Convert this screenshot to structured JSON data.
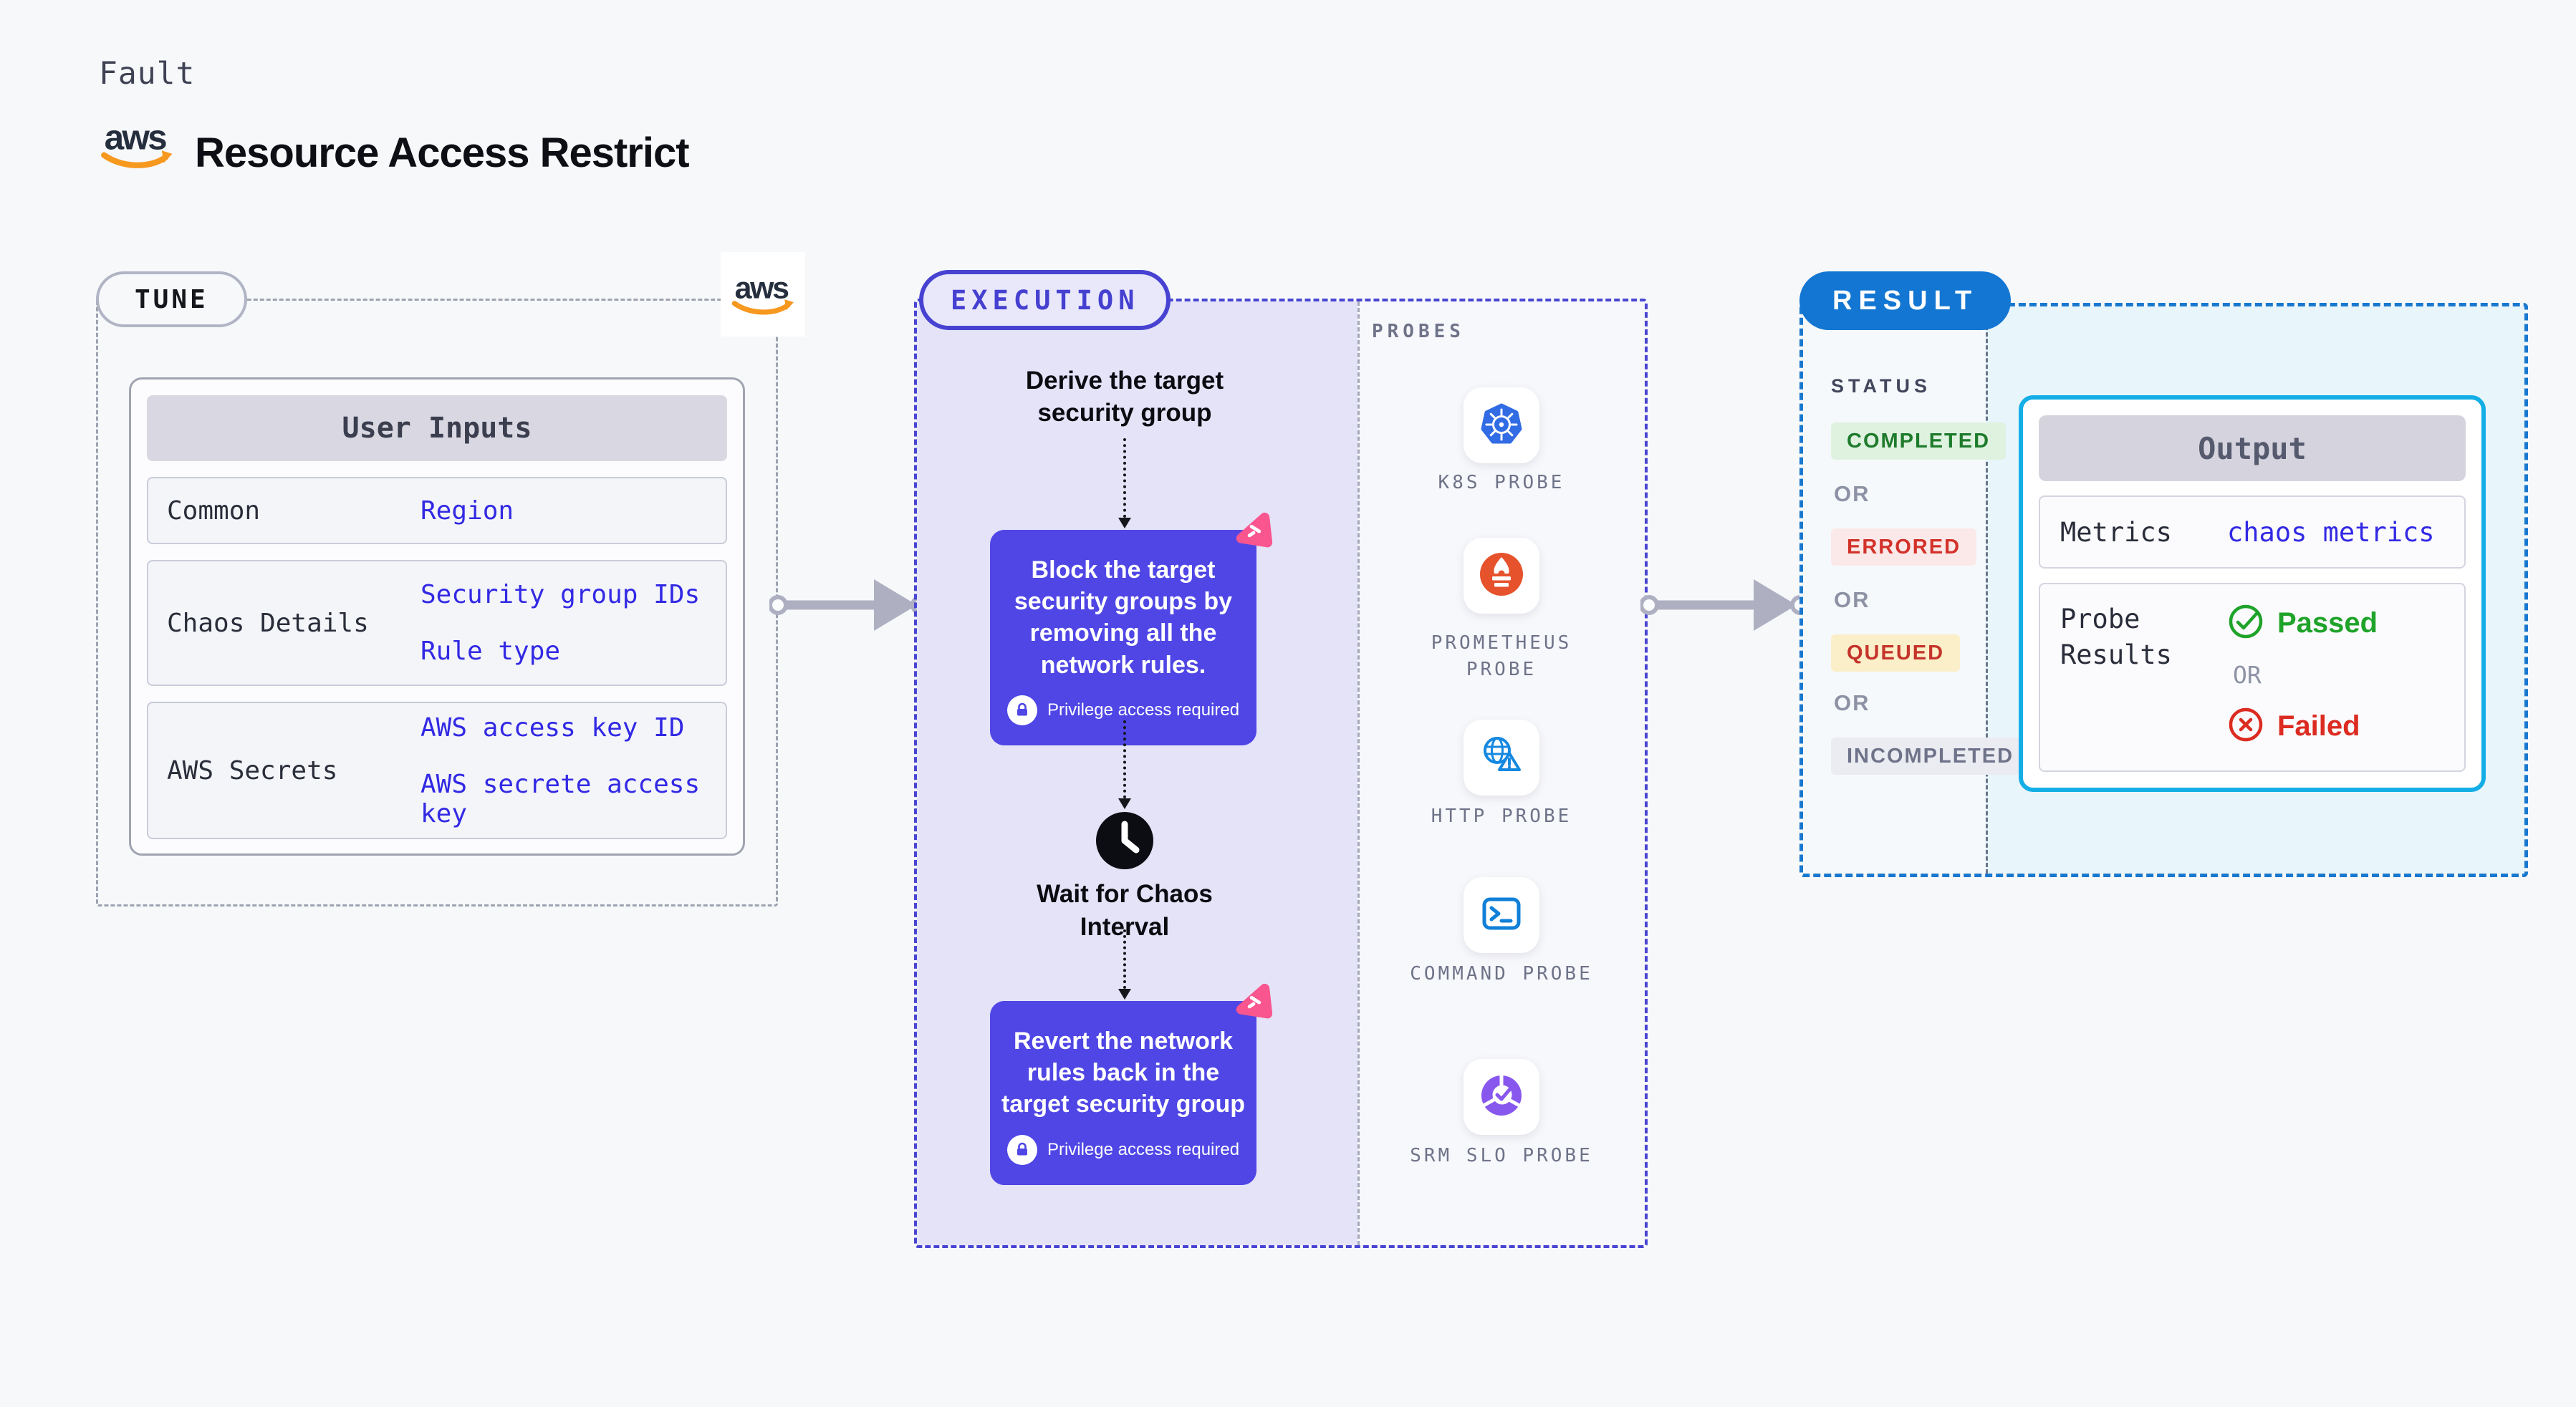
{
  "header": {
    "eyebrow": "Fault",
    "title": "Resource Access Restrict",
    "aws_logo_text": "aws"
  },
  "tune": {
    "badge": "TUNE",
    "table": {
      "header": "User Inputs",
      "rows": [
        {
          "label": "Common",
          "values": [
            "Region"
          ]
        },
        {
          "label": "Chaos Details",
          "values": [
            "Security group IDs",
            "Rule type"
          ]
        },
        {
          "label": "AWS Secrets",
          "values": [
            "AWS access key ID",
            "AWS secrete access key"
          ]
        }
      ]
    }
  },
  "execution": {
    "badge": "EXECUTION",
    "flow": {
      "derive": "Derive the target security group",
      "block": "Block the target security groups by removing all the network rules.",
      "privilege": "Privilege access required",
      "wait": "Wait for Chaos Interval",
      "revert": "Revert the network rules back in the target security group"
    },
    "probes": {
      "label": "PROBES",
      "items": [
        {
          "icon": "k8s-icon",
          "label": "K8S PROBE"
        },
        {
          "icon": "prometheus-icon",
          "label": "PROMETHEUS PROBE"
        },
        {
          "icon": "http-icon",
          "label": "HTTP PROBE"
        },
        {
          "icon": "command-icon",
          "label": "COMMAND PROBE"
        },
        {
          "icon": "srm-slo-icon",
          "label": "SRM SLO PROBE"
        }
      ]
    }
  },
  "result": {
    "badge": "RESULT",
    "status": {
      "label": "STATUS",
      "separator": "OR",
      "badges": [
        {
          "text": "COMPLETED",
          "bg": "#DFF2E0",
          "color": "#1E7B2C"
        },
        {
          "text": "ERRORED",
          "bg": "#FBE9E9",
          "color": "#D2322A"
        },
        {
          "text": "QUEUED",
          "bg": "#FBEFC9",
          "color": "#C5342B"
        },
        {
          "text": "INCOMPLETED",
          "bg": "#EBECF2",
          "color": "#6F7389"
        }
      ]
    },
    "output": {
      "header": "Output",
      "rows": {
        "metrics_label": "Metrics",
        "metrics_value": "chaos metrics",
        "probe_results_label": "Probe Results",
        "passed": "Passed",
        "separator": "OR",
        "failed": "Failed"
      }
    }
  },
  "colors": {
    "accent_indigo": "#4F46E5",
    "execution_border": "#4945D3",
    "execution_bg": "#E4E3F8",
    "tune_border": "#9DA3B0",
    "result_border": "#1878CF",
    "result_badge_bg": "#1276D2",
    "result_bg": "#E8F5FB",
    "output_border": "#14AEE6",
    "link_blue": "#3229E4",
    "passed_green": "#1FA32A",
    "failed_red": "#DC2B20",
    "aws_orange": "#F7981F",
    "fault_pin_pink": "#F9558E",
    "k8s_blue": "#326CE5",
    "prometheus_orange": "#E6522C",
    "probe_icon_blue": "#1588E0",
    "srm_purple": "#8857EE",
    "arrow_gray": "#AEB0C2"
  }
}
